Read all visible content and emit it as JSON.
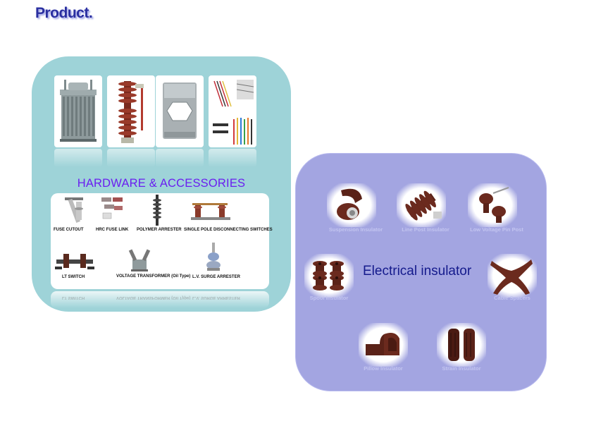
{
  "page": {
    "title": "Product."
  },
  "hardware": {
    "heading": "HARDWARE & ACCESSORIES",
    "items": [
      {
        "label": "FUSE CUTOUT"
      },
      {
        "label": "HRC FUSE LINK"
      },
      {
        "label": "POLYMER ARRESTER"
      },
      {
        "label": "SINGLE POLE DISCONNECTING SWITCHES"
      },
      {
        "label": "LT SWITCH"
      },
      {
        "label": "VOLTAGE TRANSFORMER (Oil Type)"
      },
      {
        "label": "L.V. SURGE ARRESTER"
      }
    ]
  },
  "insulator": {
    "heading": "Electrical insulator",
    "items": [
      {
        "label": "Suspension Insulator"
      },
      {
        "label": "Line Post Insulator"
      },
      {
        "label": "Low Voltage Pin Post"
      },
      {
        "label": "Spool Insulator"
      },
      {
        "label": "Cable Spacers"
      },
      {
        "label": "Pillow Insulator"
      },
      {
        "label": "Strain Insulator"
      }
    ]
  },
  "colors": {
    "hardware_panel": "#9ed3d8",
    "insulator_panel": "#a3a5e1",
    "hardware_heading": "#6a1ef0",
    "insulator_heading": "#141a8c",
    "porcelain": "#6b2a1e"
  }
}
